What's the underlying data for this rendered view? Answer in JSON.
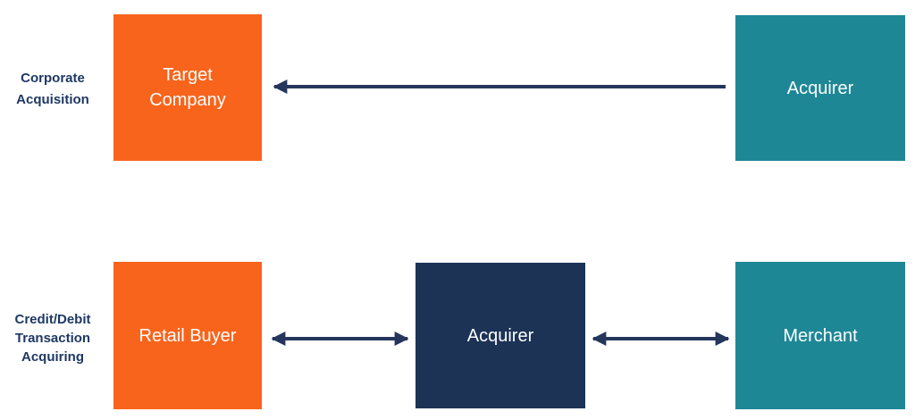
{
  "colors": {
    "background": "#FFFFFF",
    "orange": "#F8641C",
    "teal": "#1E8796",
    "navy": "#1C3356",
    "arrow": "#24365C",
    "label_text": "#1F3864",
    "box_text": "#FFFFFF"
  },
  "rows": [
    {
      "label": {
        "lines": [
          "Corporate",
          "Acquisition"
        ]
      },
      "boxes": [
        {
          "id": "target-company",
          "color": "orange",
          "lines": [
            "Target",
            "Company"
          ]
        },
        {
          "id": "acquirer",
          "color": "teal",
          "lines": [
            "Acquirer"
          ]
        }
      ],
      "connectors": [
        {
          "from": "Acquirer",
          "to": "Target Company",
          "type": "single-headed-arrow",
          "direction": "right-to-left"
        }
      ]
    },
    {
      "label": {
        "lines": [
          "Credit/Debit",
          "Transaction",
          "Acquiring"
        ]
      },
      "boxes": [
        {
          "id": "retail-buyer",
          "color": "orange",
          "lines": [
            "Retail Buyer"
          ]
        },
        {
          "id": "acquirer",
          "color": "navy",
          "lines": [
            "Acquirer"
          ]
        },
        {
          "id": "merchant",
          "color": "teal",
          "lines": [
            "Merchant"
          ]
        }
      ],
      "connectors": [
        {
          "from": "Retail Buyer",
          "to": "Acquirer",
          "type": "double-headed-arrow",
          "direction": "two-way"
        },
        {
          "from": "Acquirer",
          "to": "Merchant",
          "type": "double-headed-arrow",
          "direction": "two-way"
        }
      ]
    }
  ]
}
